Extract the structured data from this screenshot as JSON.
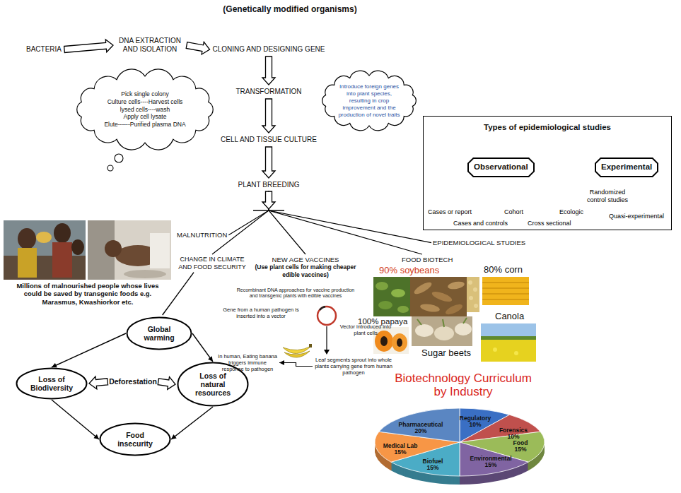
{
  "diagram": {
    "title": "(Genetically modified organisms)",
    "nodes": [
      {
        "text": [
          "BACTERIA"
        ]
      },
      {
        "text": [
          "DNA EXTRACTION AND ISOLATION"
        ]
      },
      {
        "text": [
          "CLONING AND DESIGNING GENE"
        ]
      },
      {
        "text": [
          "TRANSFORMATION"
        ]
      },
      {
        "text": [
          "CELL AND TISSUE CULTURE"
        ]
      },
      {
        "text": [
          "PLANT BREEDING"
        ]
      },
      {
        "text": [
          "Introduce foreign genes into plant species, resulting in crop improvement and the production of novel traits"
        ]
      },
      {
        "text": [
          "Pick single colony",
          "Culture cells----Harvest cells",
          "lysed cells----wash",
          "Apply cell lysate",
          "Elute------Purified plasma DNA"
        ]
      },
      {
        "text": [
          "MALNUTRITION"
        ]
      },
      {
        "text": [
          "CHANGE IN CLIMATE AND FOOD SECURITY"
        ]
      },
      {
        "text": [
          "NEW AGE VACCINES",
          "(Use plant cells for making cheaper edible vaccines)"
        ]
      },
      {
        "text": [
          "FOOD BIOTECH"
        ]
      },
      {
        "text": [
          "EPIDEMIOLOGICAL STUDIES"
        ]
      },
      {
        "text": [
          "Global warming"
        ]
      },
      {
        "text": [
          "Loss of Biodiversity"
        ]
      },
      {
        "text": [
          "Deforestation"
        ]
      },
      {
        "text": [
          "Loss of natural resources"
        ]
      },
      {
        "text": [
          "Food insecurity"
        ]
      },
      {
        "text": [
          "Gene from a human pathogen is inserted into a vector"
        ]
      },
      {
        "text": [
          "Vector introduced into plant cells"
        ]
      },
      {
        "text": [
          "Leaf segments sprout into whole plants carrying gene from human pathogen"
        ]
      },
      {
        "text": [
          "In human, Eating banana triggers immune response to pathogen"
        ]
      },
      {
        "text": [
          "Types of epidemiological studies"
        ]
      },
      {
        "text": [
          "Observational"
        ],
        "in": 22
      },
      {
        "text": [
          "Experimental"
        ],
        "in": 22
      },
      {
        "text": [
          "Cases or report"
        ],
        "in": 22
      },
      {
        "text": [
          "Cases and controls"
        ],
        "in": 22
      },
      {
        "text": [
          "Cohort"
        ],
        "in": 22
      },
      {
        "text": [
          "Cross sectional"
        ],
        "in": 22
      },
      {
        "text": [
          "Ecologic"
        ],
        "in": 22
      },
      {
        "text": [
          "Randomized control studies"
        ],
        "in": 22
      },
      {
        "text": [
          "Quasi-experimental"
        ],
        "in": 22
      }
    ],
    "edges": [
      {
        "from": 0,
        "to": 1,
        "arrow": "to"
      },
      {
        "from": 1,
        "to": 2,
        "arrow": "to"
      },
      {
        "from": 2,
        "to": 3,
        "arrow": "to"
      },
      {
        "from": 3,
        "to": 4,
        "arrow": "to"
      },
      {
        "from": 4,
        "to": 5,
        "arrow": "to"
      },
      {
        "from": 5,
        "to": 8,
        "arrow": "none"
      },
      {
        "from": 5,
        "to": 9,
        "arrow": "none"
      },
      {
        "from": 5,
        "to": 10,
        "arrow": "none"
      },
      {
        "from": 5,
        "to": 11,
        "arrow": "none"
      },
      {
        "from": 5,
        "to": 12,
        "arrow": "none"
      },
      {
        "from": 9,
        "to": 13,
        "arrow": "none"
      },
      {
        "from": 13,
        "to": 14,
        "arrow": "to"
      },
      {
        "from": 13,
        "to": 16,
        "arrow": "to"
      },
      {
        "from": 14,
        "to": 17,
        "arrow": "to"
      },
      {
        "from": 16,
        "to": 17,
        "arrow": "to"
      },
      {
        "from": 15,
        "to": 14,
        "arrow": "to"
      },
      {
        "from": 15,
        "to": 16,
        "arrow": "to"
      },
      {
        "from": 20,
        "to": 21,
        "arrow": "to"
      },
      {
        "from": 22,
        "to": 23,
        "arrow": "none"
      },
      {
        "from": 22,
        "to": 24,
        "arrow": "none"
      },
      {
        "from": 23,
        "to": 25,
        "arrow": "none"
      },
      {
        "from": 23,
        "to": 26,
        "arrow": "none"
      },
      {
        "from": 23,
        "to": 27,
        "arrow": "none"
      },
      {
        "from": 23,
        "to": 28,
        "arrow": "none"
      },
      {
        "from": 23,
        "to": 29,
        "arrow": "none"
      },
      {
        "from": 24,
        "to": 30,
        "arrow": "none"
      },
      {
        "from": 24,
        "to": 31,
        "arrow": "none"
      }
    ],
    "labels": [
      "Millions of malnourished people whose lives could be saved by transgenic foods e.g. Marasmus, Kwashiorkor etc.",
      "Recombinant DNA approaches for vaccine production and transgenic plants with edible vaccines",
      "90% soybeans",
      "80% corn",
      "Canola",
      "100% papaya",
      "Sugar beets",
      "Biotechnology Curriculum by Industry",
      "Pharmaceutical 20%",
      "Regulatory 10%",
      "Forensics 10%",
      "Food 15%",
      "Environmental 15%",
      "Biofuel 15%",
      "Medical Lab 15%"
    ]
  }
}
